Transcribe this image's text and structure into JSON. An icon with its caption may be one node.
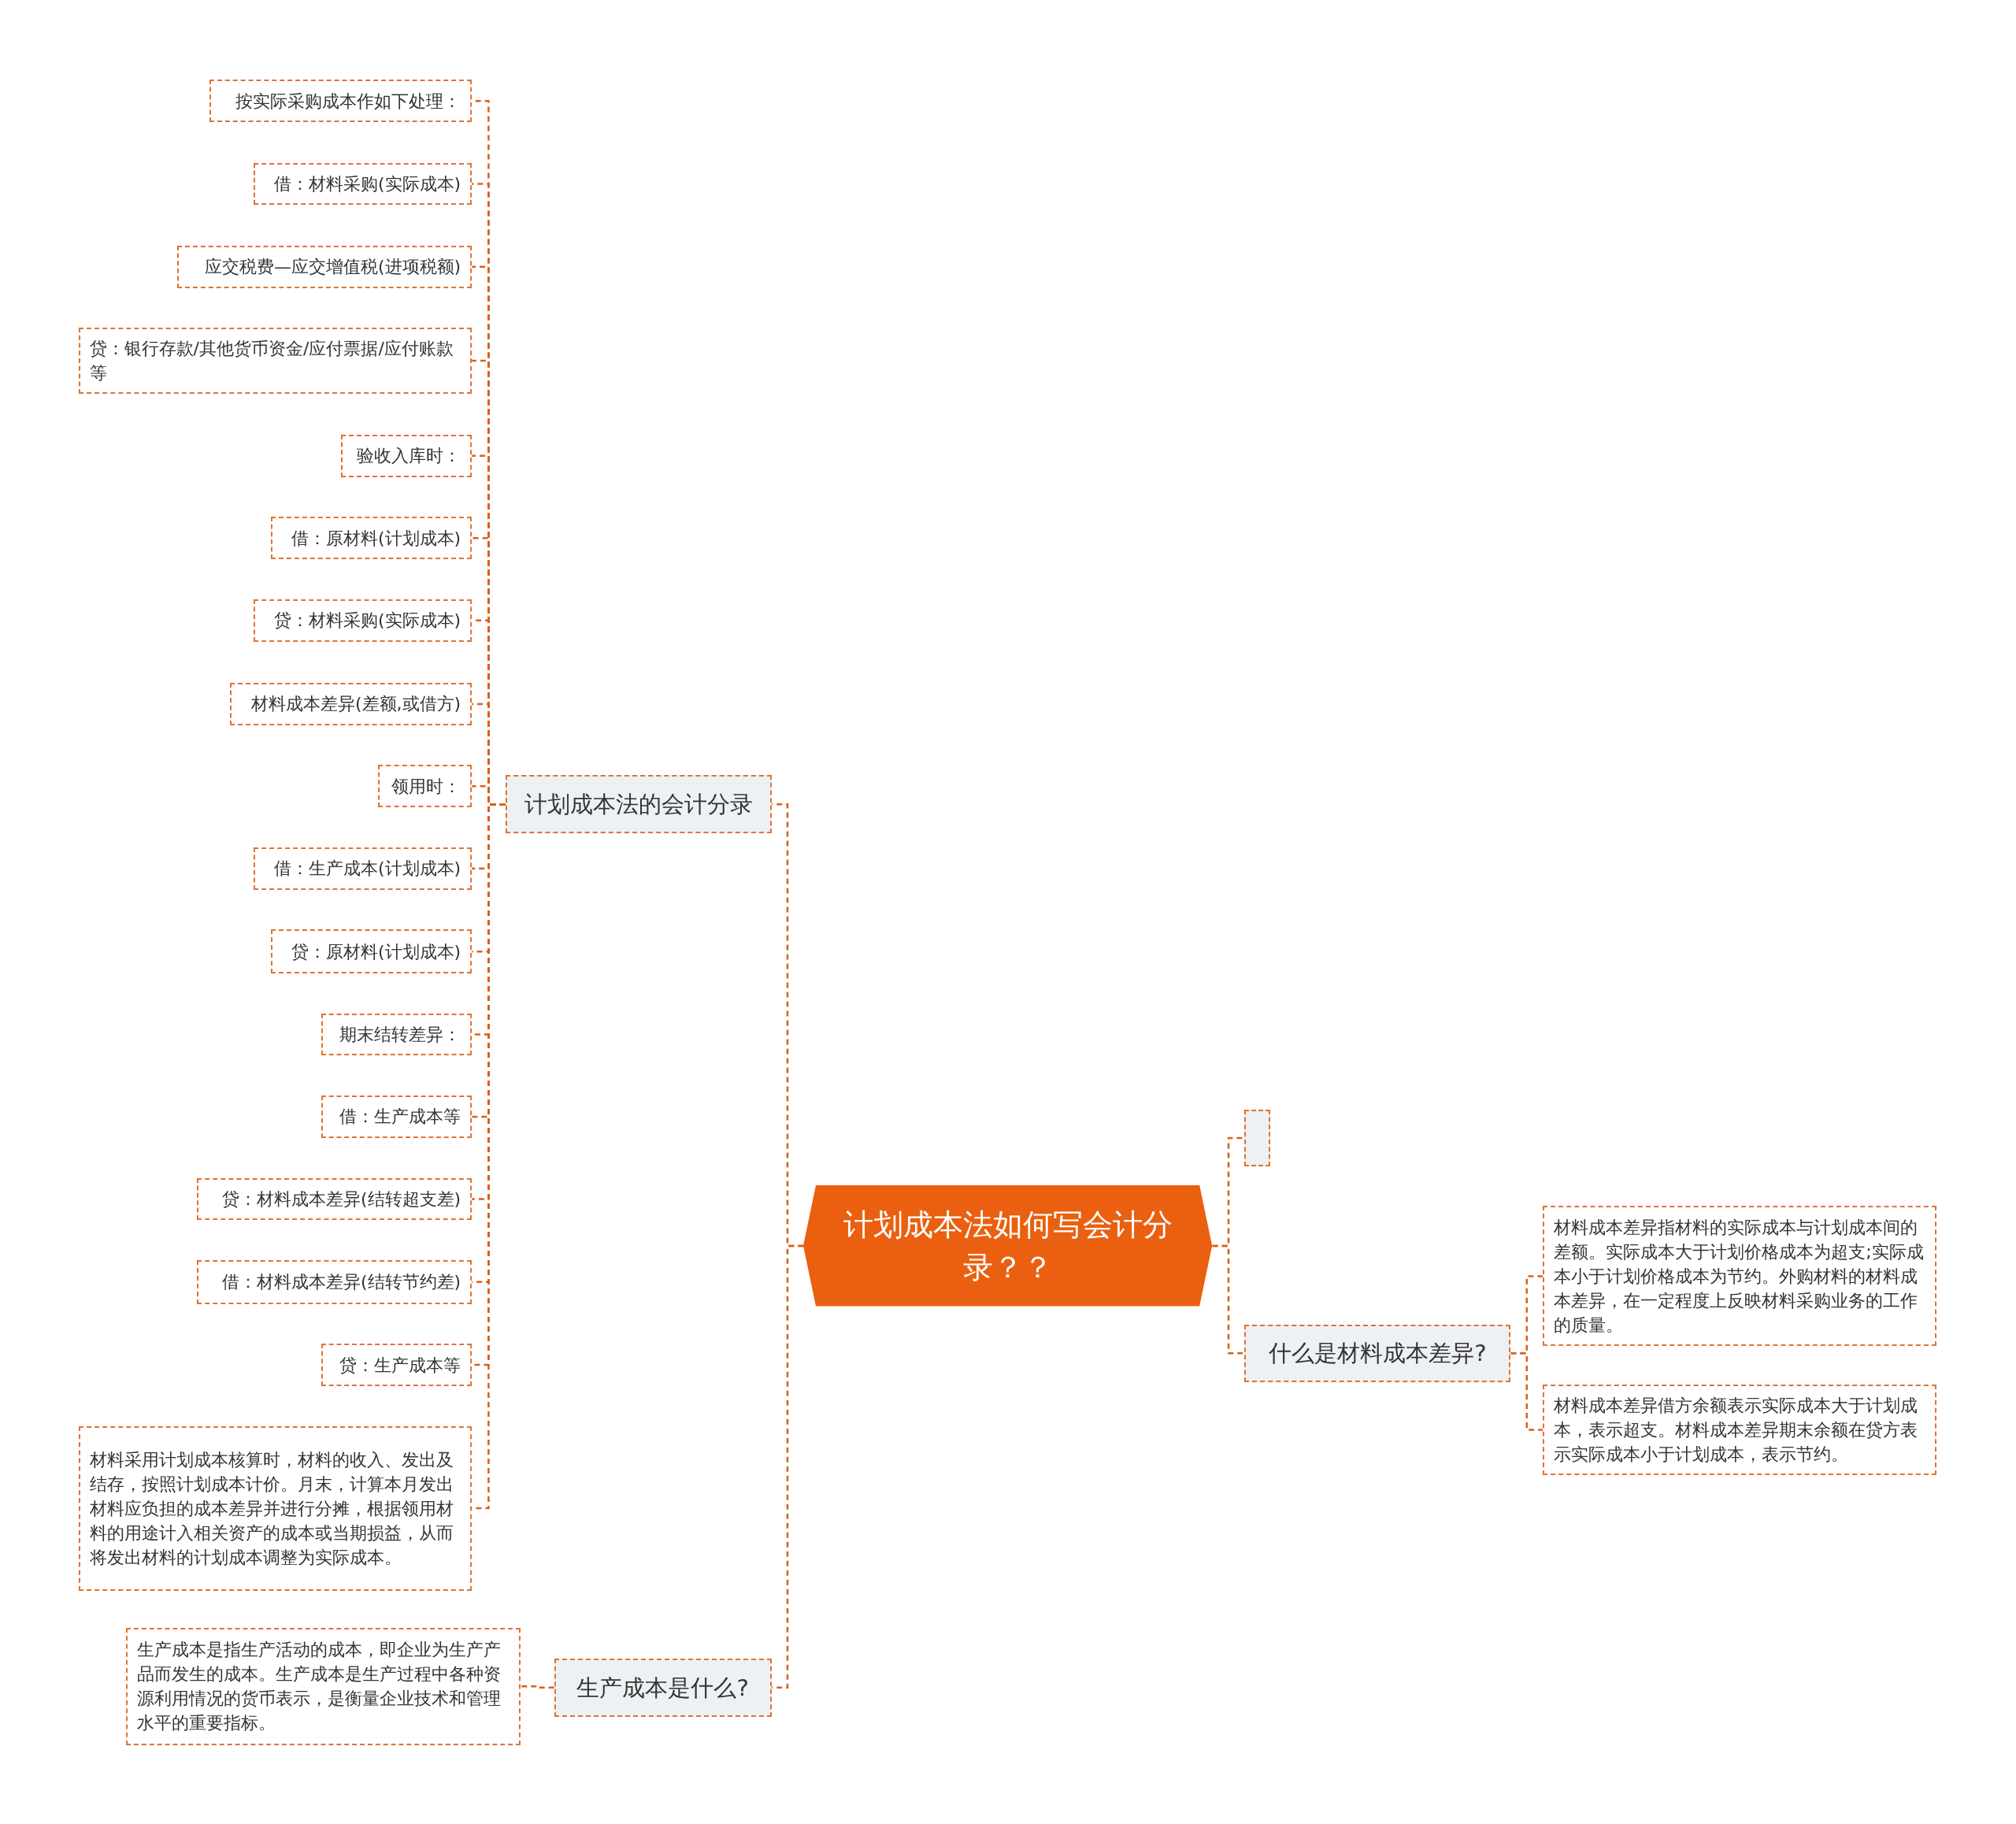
{
  "diagram": {
    "nodes": [
      {
        "text": [
          "计划成本法如何写会计分录？？"
        ]
      },
      {
        "text": [
          "计划成本法的会计分录"
        ]
      },
      {
        "text": [
          "按实际采购成本作如下处理："
        ]
      },
      {
        "text": [
          "借：材料采购(实际成本)"
        ]
      },
      {
        "text": [
          "应交税费—应交增值税(进项税额)"
        ]
      },
      {
        "text": [
          "贷：银行存款/其他货币资金/应付票据/应付账款等"
        ]
      },
      {
        "text": [
          "验收入库时："
        ]
      },
      {
        "text": [
          "借：原材料(计划成本)"
        ]
      },
      {
        "text": [
          "贷：材料采购(实际成本)"
        ]
      },
      {
        "text": [
          "材料成本差异(差额,或借方)"
        ]
      },
      {
        "text": [
          "领用时："
        ]
      },
      {
        "text": [
          "借：生产成本(计划成本)"
        ]
      },
      {
        "text": [
          "贷：原材料(计划成本)"
        ]
      },
      {
        "text": [
          "期末结转差异："
        ]
      },
      {
        "text": [
          "借：生产成本等"
        ]
      },
      {
        "text": [
          "贷：材料成本差异(结转超支差)"
        ]
      },
      {
        "text": [
          "借：材料成本差异(结转节约差)"
        ]
      },
      {
        "text": [
          "贷：生产成本等"
        ]
      },
      {
        "text": [
          "材料采用计划成本核算时，材料的收入、发出及结存，按照计划成本计价。月末，计算本月发出材料应负担的成本差异并进行分摊，根据领用材料的用途计入相关资产的成本或当期损益，从而将发出材料的计划成本调整为实际成本。"
        ]
      },
      {
        "text": [
          "生产成本是什么?"
        ]
      },
      {
        "text": [
          "生产成本是指生产活动的成本，即企业为生产产品而发生的成本。生产成本是生产过程中各种资源利用情况的货币表示，是衡量企业技术和管理水平的重要指标。"
        ]
      },
      {
        "text": [],
        "shape": "box"
      },
      {
        "text": [
          "什么是材料成本差异?"
        ]
      },
      {
        "text": [
          "材料成本差异指材料的实际成本与计划成本间的差额。实际成本大于计划价格成本为超支;实际成本小于计划价格成本为节约。外购材料的材料成本差异，在一定程度上反映材料采购业务的工作的质量。"
        ]
      },
      {
        "text": [
          "材料成本差异借方余额表示实际成本大于计划成本，表示超支。材料成本差异期末余额在贷方表示实际成本小于计划成本，表示节约。"
        ]
      }
    ],
    "edges": [
      {
        "from": 0,
        "to": 1,
        "arrow": "none"
      },
      {
        "from": 1,
        "to": 2,
        "arrow": "none"
      },
      {
        "from": 1,
        "to": 3,
        "arrow": "none"
      },
      {
        "from": 1,
        "to": 4,
        "arrow": "none"
      },
      {
        "from": 1,
        "to": 5,
        "arrow": "none"
      },
      {
        "from": 1,
        "to": 6,
        "arrow": "none"
      },
      {
        "from": 1,
        "to": 7,
        "arrow": "none"
      },
      {
        "from": 1,
        "to": 8,
        "arrow": "none"
      },
      {
        "from": 1,
        "to": 9,
        "arrow": "none"
      },
      {
        "from": 1,
        "to": 10,
        "arrow": "none"
      },
      {
        "from": 1,
        "to": 11,
        "arrow": "none"
      },
      {
        "from": 1,
        "to": 12,
        "arrow": "none"
      },
      {
        "from": 1,
        "to": 13,
        "arrow": "none"
      },
      {
        "from": 1,
        "to": 14,
        "arrow": "none"
      },
      {
        "from": 1,
        "to": 15,
        "arrow": "none"
      },
      {
        "from": 1,
        "to": 16,
        "arrow": "none"
      },
      {
        "from": 1,
        "to": 17,
        "arrow": "none"
      },
      {
        "from": 1,
        "to": 18,
        "arrow": "none"
      },
      {
        "from": 0,
        "to": 19,
        "arrow": "none"
      },
      {
        "from": 19,
        "to": 20,
        "arrow": "none"
      },
      {
        "from": 0,
        "to": 21,
        "arrow": "none"
      },
      {
        "from": 0,
        "to": 22,
        "arrow": "none"
      },
      {
        "from": 22,
        "to": 23,
        "arrow": "none"
      },
      {
        "from": 22,
        "to": 24,
        "arrow": "none"
      }
    ]
  }
}
